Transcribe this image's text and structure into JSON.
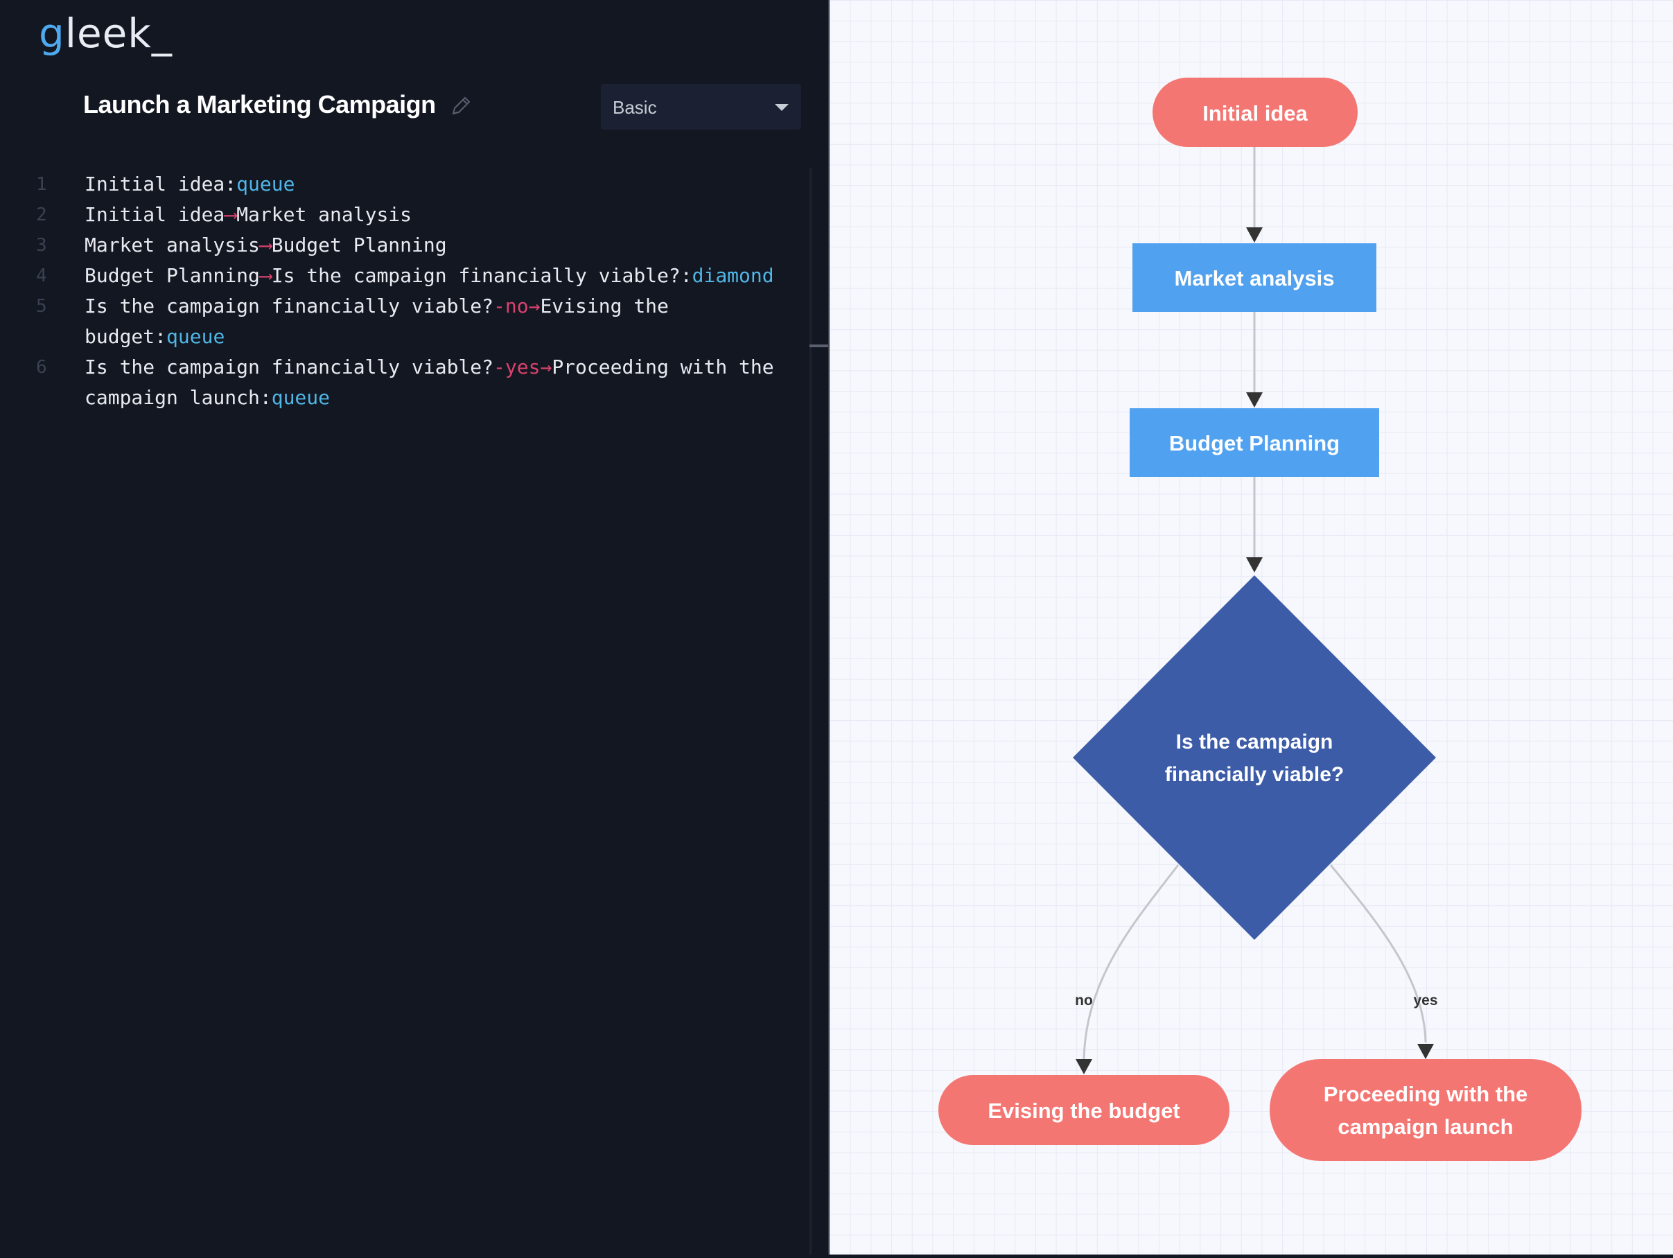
{
  "app": {
    "logo_initial": "g",
    "logo_rest": "leek_"
  },
  "document": {
    "title": "Launch a Marketing Campaign"
  },
  "style_select": {
    "value": "Basic"
  },
  "code_lines": [
    {
      "no": "1",
      "parts": [
        {
          "t": "text",
          "v": "Initial idea:"
        },
        {
          "t": "kw",
          "v": "queue"
        }
      ]
    },
    {
      "no": "2",
      "parts": [
        {
          "t": "text",
          "v": "Initial idea"
        },
        {
          "t": "ar",
          "v": "⟶"
        },
        {
          "t": "text",
          "v": "Market analysis"
        }
      ]
    },
    {
      "no": "3",
      "parts": [
        {
          "t": "text",
          "v": "Market analysis"
        },
        {
          "t": "ar",
          "v": "⟶"
        },
        {
          "t": "text",
          "v": "Budget Planning"
        }
      ]
    },
    {
      "no": "4",
      "parts": [
        {
          "t": "text",
          "v": "Budget Planning"
        },
        {
          "t": "ar",
          "v": "⟶"
        },
        {
          "t": "text",
          "v": "Is the campaign financially viable?:"
        },
        {
          "t": "kw",
          "v": "diamond"
        }
      ]
    },
    {
      "no": "5",
      "parts": [
        {
          "t": "text",
          "v": "Is the campaign financially viable?"
        },
        {
          "t": "ar",
          "v": "-no→"
        },
        {
          "t": "text",
          "v": "Evising the budget:"
        },
        {
          "t": "kw",
          "v": "queue"
        }
      ]
    },
    {
      "no": "6",
      "parts": [
        {
          "t": "text",
          "v": "Is the campaign financially viable?"
        },
        {
          "t": "ar",
          "v": "-yes→"
        },
        {
          "t": "text",
          "v": "Proceeding with the campaign launch:"
        },
        {
          "t": "kw",
          "v": "queue"
        }
      ]
    }
  ],
  "diagram": {
    "nodes": {
      "initial_idea": "Initial idea",
      "market_analysis": "Market analysis",
      "budget_planning": "Budget Planning",
      "decision_line1": "Is the campaign",
      "decision_line2": "financially viable?",
      "evising": "Evising the budget",
      "proceeding_line1": "Proceeding with the",
      "proceeding_line2": "campaign launch"
    },
    "edge_labels": {
      "no": "no",
      "yes": "yes"
    },
    "colors": {
      "terminal": "#f47673",
      "process": "#50a1f0",
      "decision": "#3d5ca8",
      "edge": "#c5c6cc",
      "arrowhead": "#333333"
    }
  }
}
